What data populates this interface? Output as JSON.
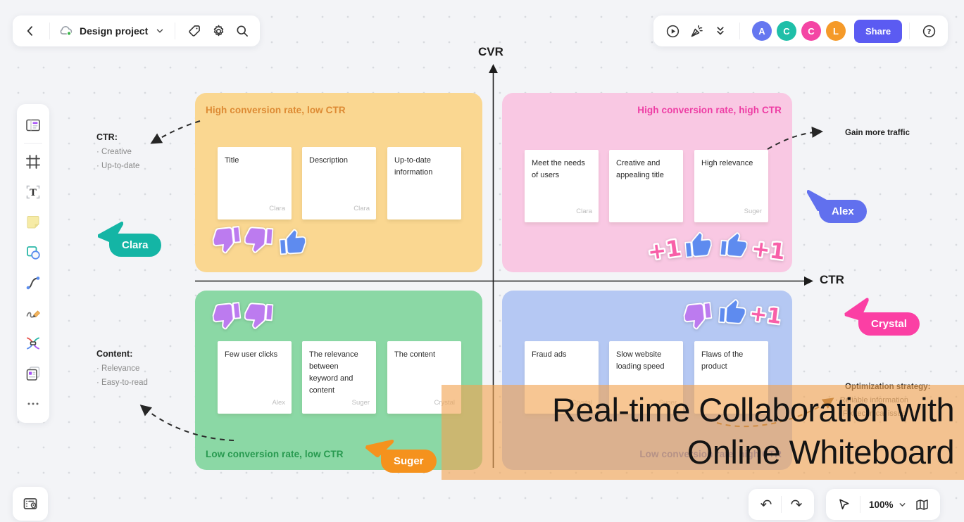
{
  "header": {
    "title": "Design project",
    "share_label": "Share",
    "avatars": [
      {
        "initial": "A",
        "color": "#6577F0"
      },
      {
        "initial": "C",
        "color": "#1FBFA8"
      },
      {
        "initial": "C",
        "color": "#F445A4"
      },
      {
        "initial": "L",
        "color": "#F59A29"
      }
    ]
  },
  "footer": {
    "zoom_level": "100%"
  },
  "axes": {
    "y_label": "CVR",
    "x_label": "CTR"
  },
  "quadrants": [
    {
      "title": "High conversion rate, low CTR",
      "title_color": "#DD8A33",
      "bg": "#FAD791",
      "cards": [
        {
          "text": "Title",
          "author": "Clara"
        },
        {
          "text": "Description",
          "author": "Clara"
        },
        {
          "text": "Up-to-date information",
          "author": ""
        }
      ],
      "stickers": [
        "thumb-down",
        "thumb-down",
        "thumb-up"
      ]
    },
    {
      "title": "High conversion rate, high CTR",
      "title_color": "#EE3DA4",
      "bg": "#F9C8E3",
      "cards": [
        {
          "text": "Meet the needs of users",
          "author": "Clara"
        },
        {
          "text": "Creative and appealing title",
          "author": ""
        },
        {
          "text": "High relevance",
          "author": "Suger"
        }
      ],
      "stickers": [
        "plus-one",
        "thumb-up",
        "thumb-up",
        "plus-one"
      ]
    },
    {
      "title": "Low conversion rate, low CTR",
      "title_color": "#27994F",
      "bg": "#8BD8A5",
      "cards": [
        {
          "text": "Few user clicks",
          "author": "Alex"
        },
        {
          "text": "The relevance between keyword and content",
          "author": "Suger"
        },
        {
          "text": "The content",
          "author": "Crystal"
        }
      ],
      "stickers": [
        "thumb-down",
        "thumb-down"
      ]
    },
    {
      "title": "Low conversion rate, high CTR",
      "title_color": "#5374DC",
      "bg": "#B5C8F3",
      "cards": [
        {
          "text": "Fraud ads",
          "author": "Crystal"
        },
        {
          "text": "Slow website loading speed",
          "author": "Suger"
        },
        {
          "text": "Flaws of the product",
          "author": ""
        }
      ],
      "stickers": [
        "thumb-down",
        "thumb-up",
        "plus-one"
      ]
    }
  ],
  "notes": {
    "ctr": {
      "title": "CTR:",
      "items": [
        "Creative",
        "Up-to-date"
      ]
    },
    "content": {
      "title": "Content:",
      "items": [
        "Relevance",
        "Easy-to-read"
      ]
    },
    "gain": "Gain more traffic",
    "optimization": {
      "title": "Optimization strategy:",
      "items": [
        "Reliable information",
        "Fix technical issue"
      ]
    }
  },
  "cursors": [
    {
      "name": "Clara",
      "color": "#14B5A5"
    },
    {
      "name": "Alex",
      "color": "#6170EE"
    },
    {
      "name": "Suger",
      "color": "#F5921D"
    },
    {
      "name": "Crystal",
      "color": "#FB3FA4"
    }
  ],
  "banner": {
    "line1": "Real-time Collaboration with",
    "line2": "Online Whiteboard"
  },
  "colors": {
    "accent": "#5B5BF2",
    "sticker_purple": "#BC7BEF",
    "sticker_blue": "#5E8BEF",
    "sticker_pink": "#F85FA8",
    "banner_overlay": "#F2A350"
  },
  "icons": {
    "top_left_bar": [
      "back",
      "cloud-sync",
      "chevron-down",
      "tag",
      "settings",
      "search"
    ],
    "top_right_bar": [
      "play",
      "celebrate",
      "collapse",
      "help"
    ],
    "left_toolbar": [
      "template",
      "frame",
      "text",
      "sticky-note",
      "shape",
      "connector",
      "pen",
      "mindmap",
      "document",
      "more"
    ],
    "bottom_left": [
      "board-panel"
    ],
    "bottom_right": [
      "undo",
      "redo",
      "cursor",
      "zoom-chevron",
      "minimap"
    ]
  }
}
